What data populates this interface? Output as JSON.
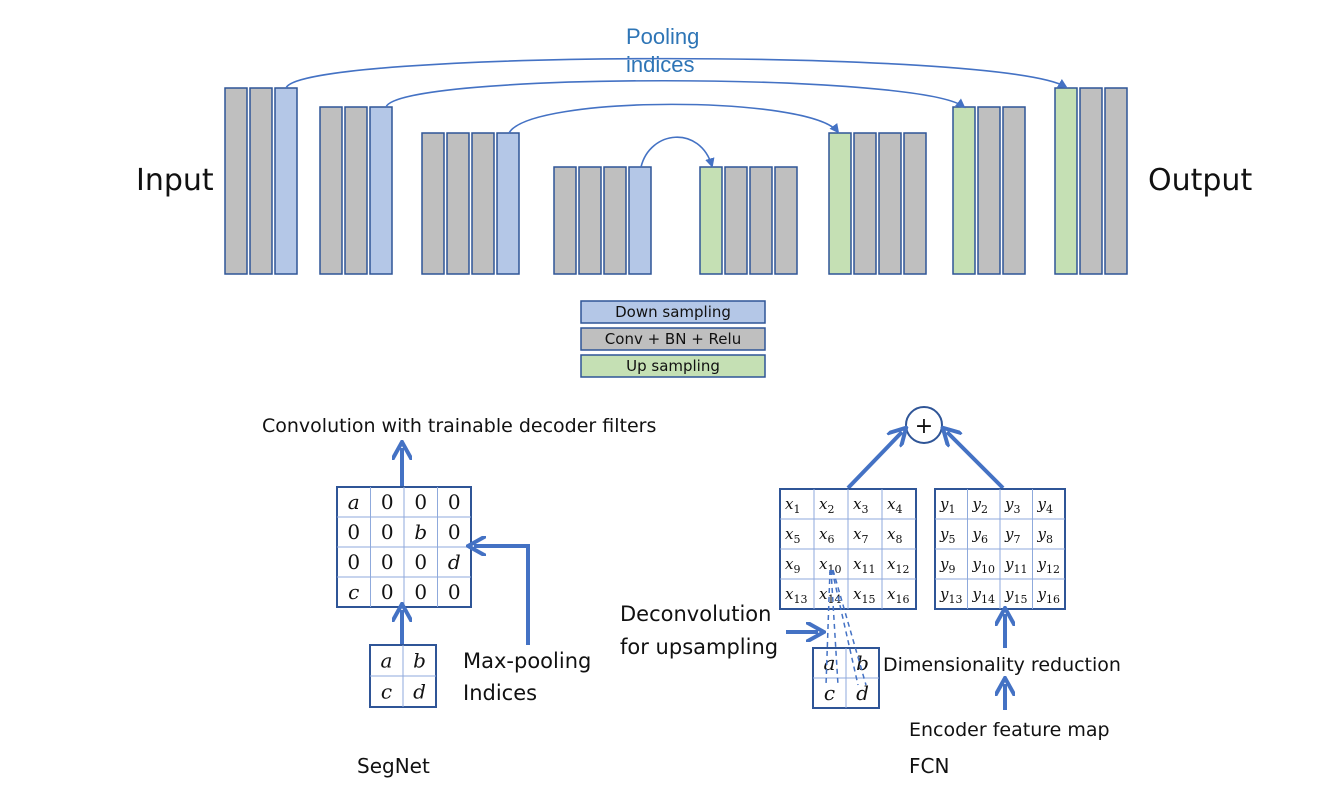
{
  "colors": {
    "down": "#b4c7e7",
    "conv": "#bfbfbf",
    "up": "#c5e0b4",
    "stroke": "#2f5597",
    "arrow": "#4472c4",
    "pool_text": "#2e75b6"
  },
  "top": {
    "input_label": "Input",
    "output_label": "Output",
    "pooling_line1": "Pooling",
    "pooling_line2": "indices"
  },
  "legend": {
    "down": "Down sampling",
    "conv": "Conv + BN + Relu",
    "up": "Up sampling"
  },
  "segnet": {
    "caption_top": "Convolution with trainable decoder filters",
    "grid": [
      [
        "a",
        "0",
        "0",
        "0"
      ],
      [
        "0",
        "0",
        "b",
        "0"
      ],
      [
        "0",
        "0",
        "0",
        "d"
      ],
      [
        "c",
        "0",
        "0",
        "0"
      ]
    ],
    "small": [
      [
        "a",
        "b"
      ],
      [
        "c",
        "d"
      ]
    ],
    "maxpool_line1": "Max-pooling",
    "maxpool_line2": "Indices",
    "name": "SegNet"
  },
  "fcn": {
    "plus": "+",
    "x_grid": [
      [
        "x",
        "1",
        "x",
        "2",
        "x",
        "3",
        "x",
        "4"
      ]
    ],
    "x_cells": [
      [
        "1",
        "2",
        "3",
        "4"
      ],
      [
        "5",
        "6",
        "7",
        "8"
      ],
      [
        "9",
        "10",
        "11",
        "12"
      ],
      [
        "13",
        "14",
        "15",
        "16"
      ]
    ],
    "x_var": "x",
    "y_var": "y",
    "small": [
      [
        "a",
        "b"
      ],
      [
        "c",
        "d"
      ]
    ],
    "deconv_line1": "Deconvolution",
    "deconv_line2": "for upsampling",
    "dimred": "Dimensionality reduction",
    "encoder": "Encoder feature map",
    "name": "FCN"
  }
}
